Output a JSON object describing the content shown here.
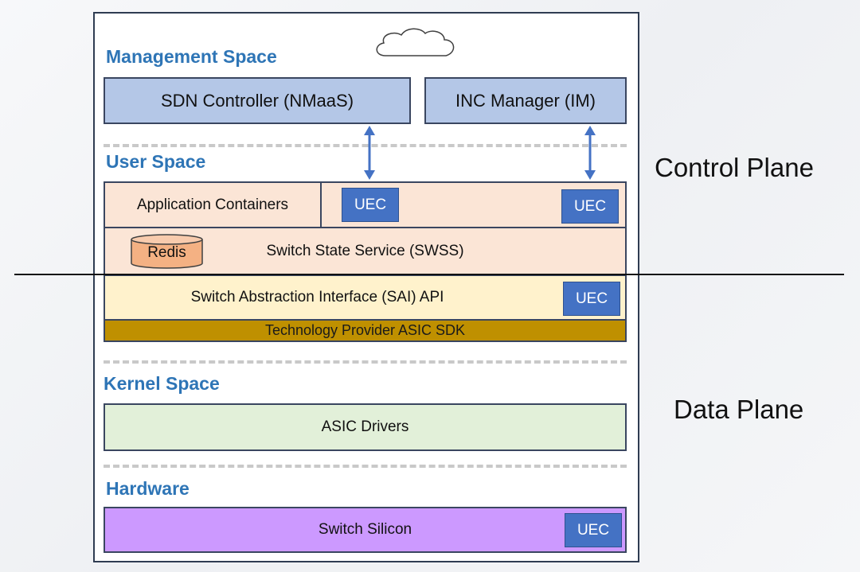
{
  "sections": {
    "management": "Management Space",
    "user": "User Space",
    "kernel": "Kernel Space",
    "hardware": "Hardware"
  },
  "management": {
    "sdn_controller": "SDN Controller (NMaaS)",
    "inc_manager": "INC Manager (IM)"
  },
  "user_space": {
    "app_containers": "Application Containers",
    "uec_left": "UEC",
    "uec_right": "UEC",
    "swss": "Switch State Service (SWSS)",
    "redis": "Redis",
    "sai": "Switch Abstraction Interface (SAI) API",
    "sai_uec": "UEC",
    "asic_sdk": "Technology Provider ASIC SDK"
  },
  "kernel_space": {
    "asic_drivers": "ASIC Drivers"
  },
  "hardware": {
    "switch_silicon": "Switch Silicon",
    "uec": "UEC"
  },
  "planes": {
    "control": "Control Plane",
    "data": "Data Plane"
  },
  "colors": {
    "section_title": "#2e75b6",
    "management_box": "#b4c7e7",
    "user_space_box": "#fbe5d6",
    "sai_box": "#fff2cc",
    "sdk_bar": "#bf9000",
    "kernel_box": "#e2f0d9",
    "hardware_box": "#cc99ff",
    "uec": "#4472c4",
    "arrow": "#4472c4"
  },
  "icons": [
    "cloud-icon",
    "database-icon",
    "double-arrow-icon"
  ]
}
